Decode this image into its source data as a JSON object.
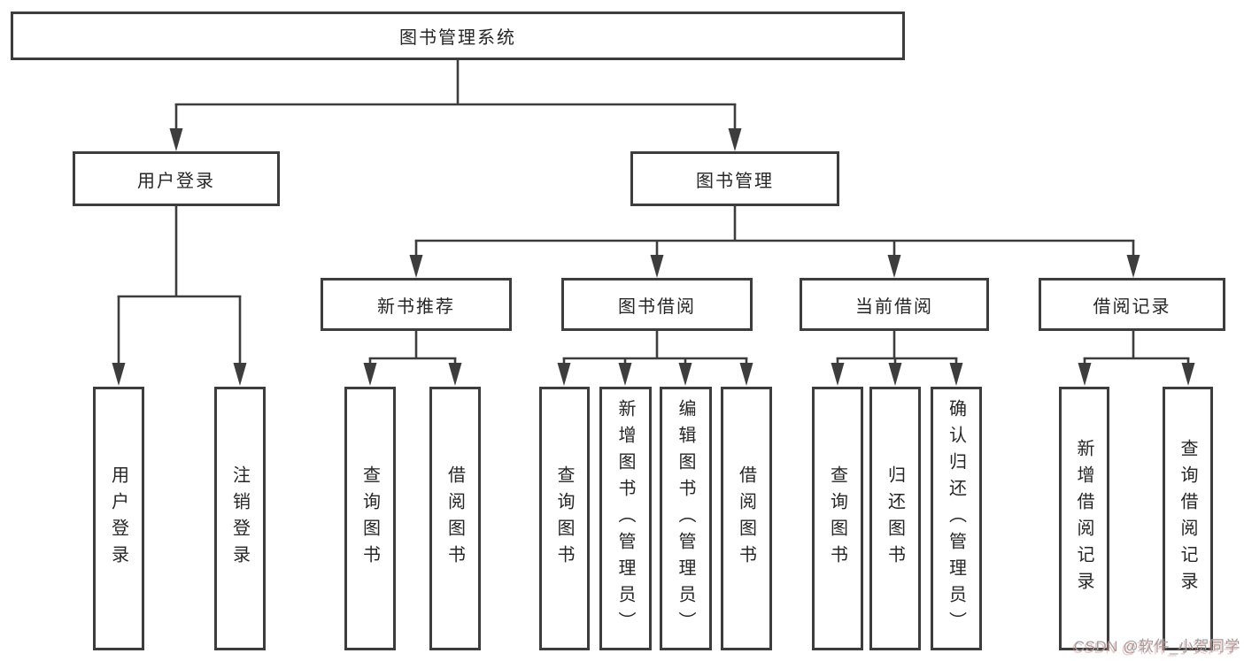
{
  "tree": {
    "root": "图书管理系统",
    "children": [
      {
        "label": "用户登录",
        "children": [
          "用户登录",
          "注销登录"
        ]
      },
      {
        "label": "图书管理",
        "children": [
          {
            "label": "新书推荐",
            "children": [
              "查询图书",
              "借阅图书"
            ]
          },
          {
            "label": "图书借阅",
            "children": [
              "查询图书",
              "新增图书（管理员）",
              "编辑图书（管理员）",
              "借阅图书"
            ]
          },
          {
            "label": "当前借阅",
            "children": [
              "查询图书",
              "归还图书",
              "确认归还（管理员）"
            ]
          },
          {
            "label": "借阅记录",
            "children": [
              "新增借阅记录",
              "查询借阅记录"
            ]
          }
        ]
      }
    ]
  },
  "watermark": {
    "text": "CSDN @软件_小贺同学"
  },
  "colors": {
    "line": "#3d3d3d",
    "box_border": "#3d3d3d",
    "text": "#262626",
    "background": "#ffffff",
    "watermark": "#9e9e9e",
    "watermark_shadow": "#e07b7b"
  }
}
